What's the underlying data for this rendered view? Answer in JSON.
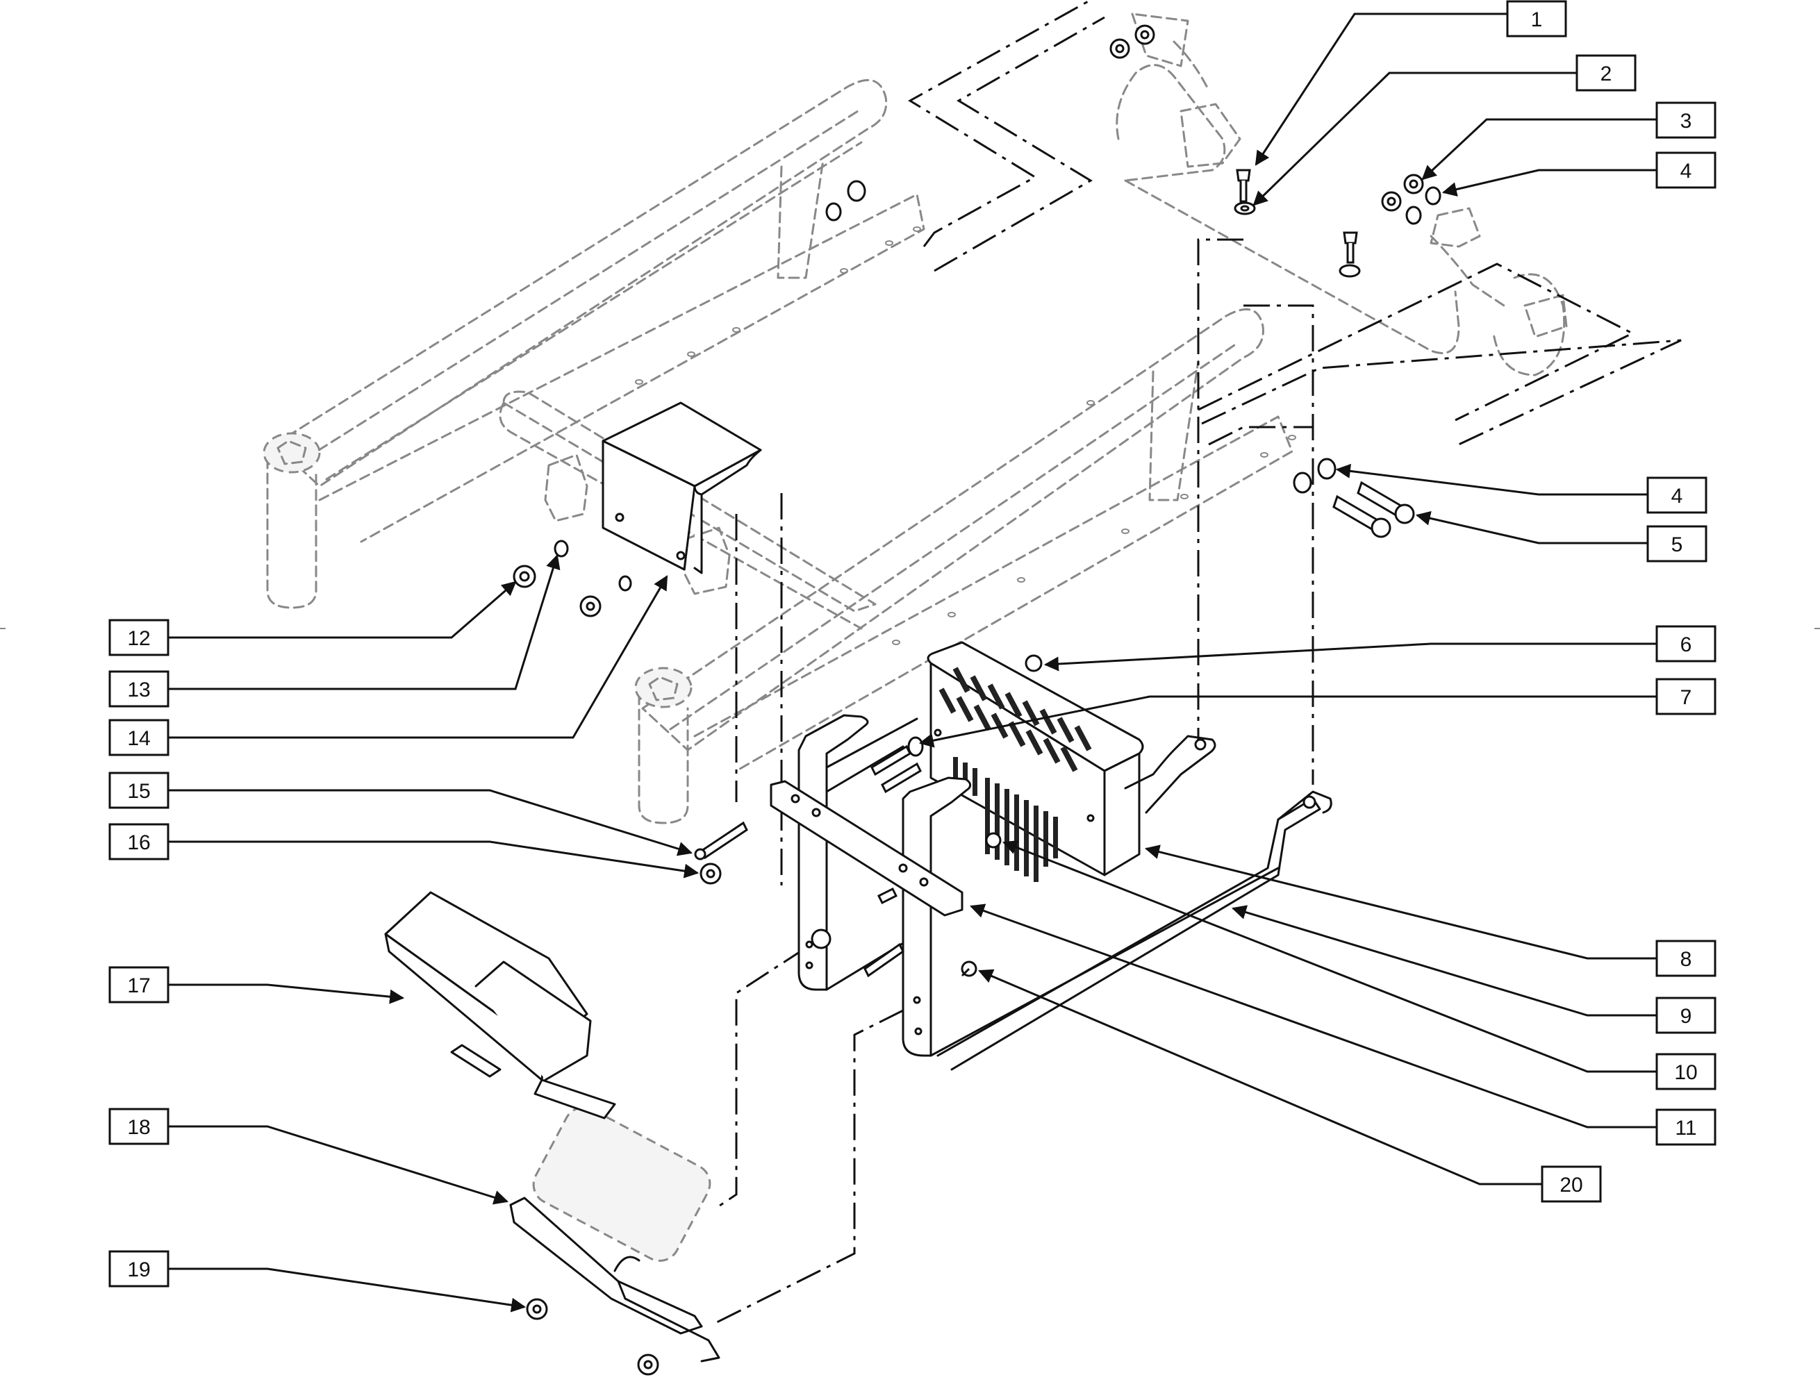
{
  "diagram": {
    "callouts": [
      {
        "label": "1"
      },
      {
        "label": "2"
      },
      {
        "label": "3"
      },
      {
        "label": "4"
      },
      {
        "label": "4"
      },
      {
        "label": "5"
      },
      {
        "label": "6"
      },
      {
        "label": "7"
      },
      {
        "label": "8"
      },
      {
        "label": "9"
      },
      {
        "label": "10"
      },
      {
        "label": "11"
      },
      {
        "label": "20"
      },
      {
        "label": "12"
      },
      {
        "label": "13"
      },
      {
        "label": "14"
      },
      {
        "label": "15"
      },
      {
        "label": "16"
      },
      {
        "label": "17"
      },
      {
        "label": "18"
      },
      {
        "label": "19"
      }
    ]
  }
}
